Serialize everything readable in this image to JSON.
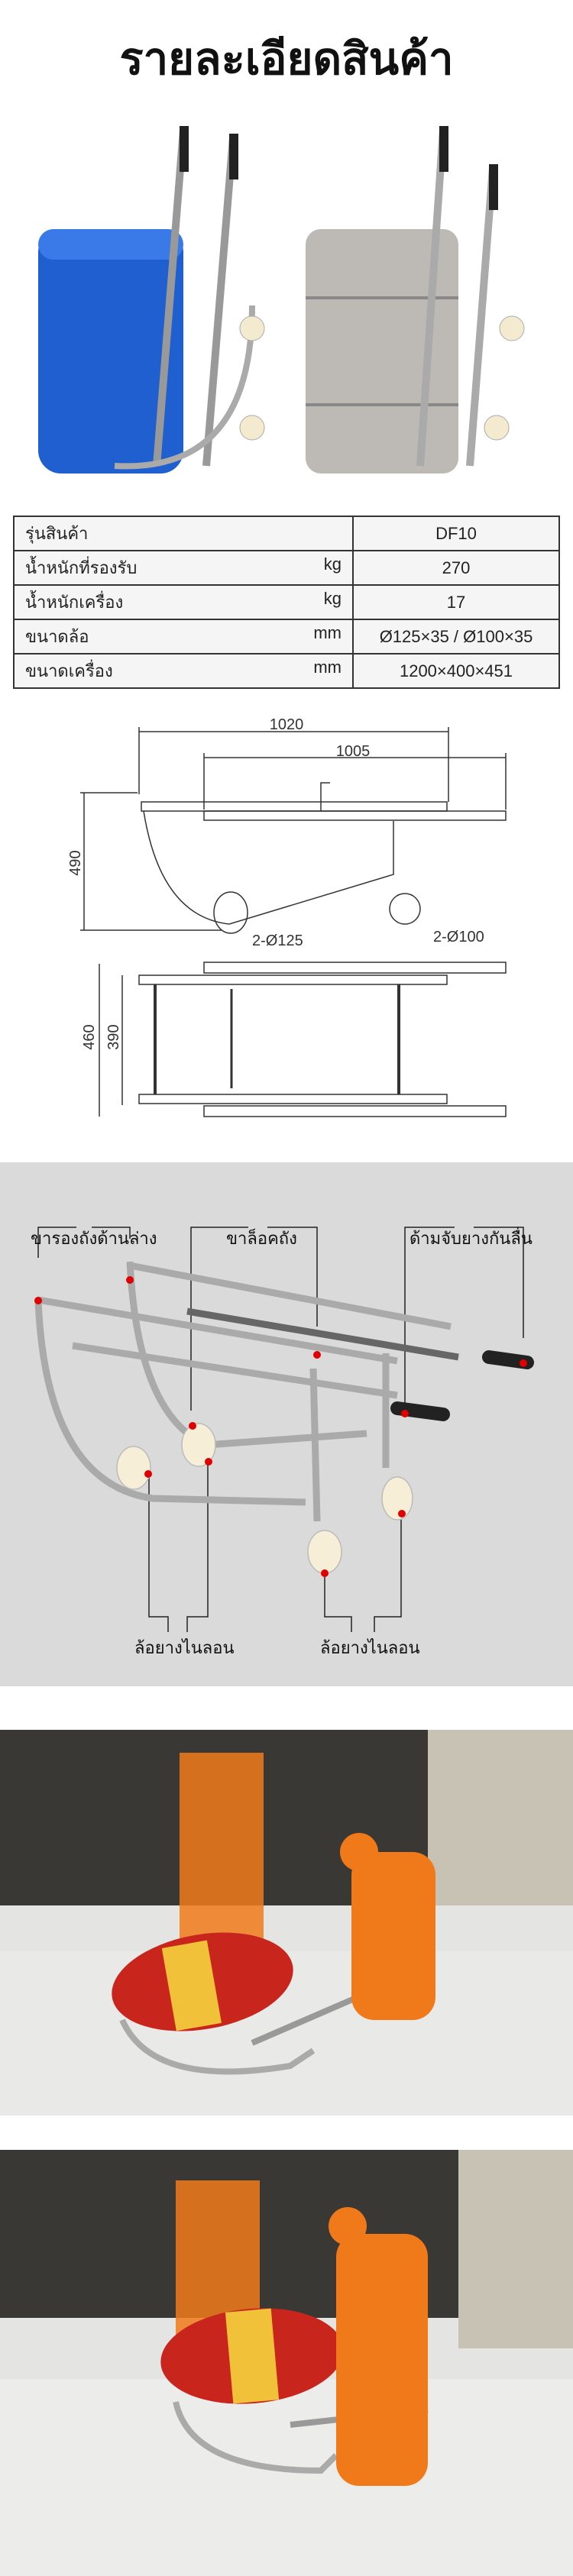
{
  "title": "รายละเอียดสินค้า",
  "spec_table": {
    "rows": [
      {
        "label": "รุ่นสินค้า",
        "unit": "",
        "value": "DF10"
      },
      {
        "label": "น้ำหนักที่รองรับ",
        "unit": "kg",
        "value": "270"
      },
      {
        "label": "น้ำหนักเครื่อง",
        "unit": "kg",
        "value": "17"
      },
      {
        "label": "ขนาดล้อ",
        "unit": "mm",
        "value": "Ø125×35 / Ø100×35"
      },
      {
        "label": "ขนาดเครื่อง",
        "unit": "mm",
        "value": "1200×400×451"
      }
    ]
  },
  "diagram": {
    "dim_total_length": "1020",
    "dim_handle_length": "1005",
    "dim_height": "490",
    "wheel_front": "2-Ø125",
    "wheel_rear": "2-Ø100",
    "dim_outer_width": "460",
    "dim_inner_width": "390"
  },
  "features": {
    "bottom_support": "ขารองถังด้านล่าง",
    "drum_lock": "ขาล็อคถัง",
    "grip_handle": "ด้ามจับยางกันลื่น",
    "nylon_wheel_left": "ล้อยางไนลอน",
    "nylon_wheel_right": "ล้อยางไนลอน"
  },
  "colors": {
    "accent_dot": "#e00000",
    "drum_blue": "#1f5fd0",
    "drum_red": "#c8251c",
    "worker_orange": "#f07a1a",
    "panel_gray": "#dadada"
  }
}
